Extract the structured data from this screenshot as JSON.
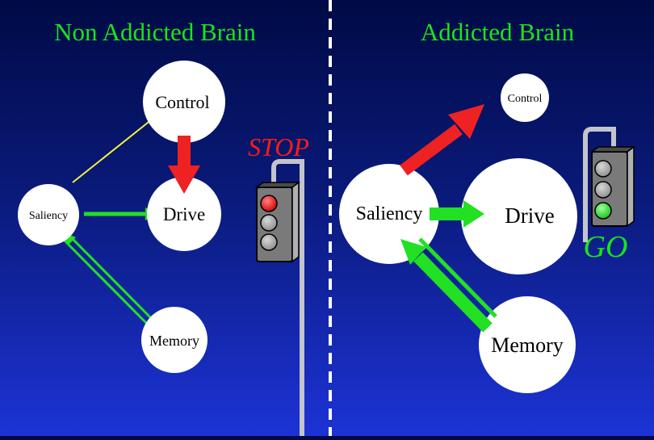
{
  "left": {
    "title": "Non Addicted Brain",
    "control": "Control",
    "saliency": "Saliency",
    "drive": "Drive",
    "memory": "Memory",
    "signal": "STOP"
  },
  "right": {
    "title": "Addicted Brain",
    "control": "Control",
    "saliency": "Saliency",
    "drive": "Drive",
    "memory": "Memory",
    "signal": "GO"
  },
  "colors": {
    "title": "#19e619",
    "stop": "#ff1a1a",
    "go": "#19e619",
    "arrow_red": "#ee2222",
    "arrow_green": "#22e022",
    "arrow_yellow": "#f2f23a",
    "node_fill": "#ffffff",
    "divider": "#ffffff"
  }
}
